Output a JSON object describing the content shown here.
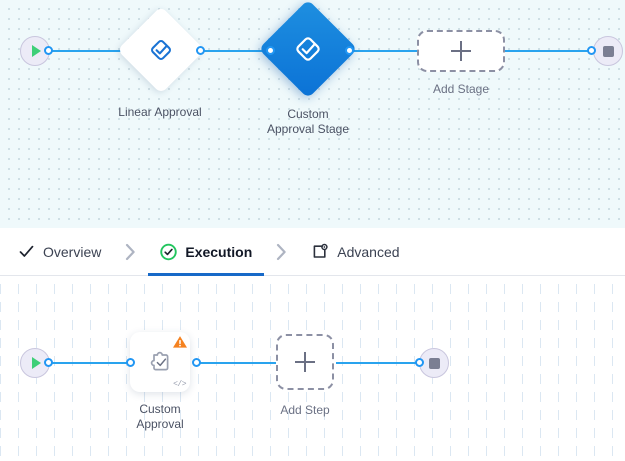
{
  "colors": {
    "edge": "#29a3ee",
    "port_stroke": "#2196f3",
    "selected_stage": "#0d78d8",
    "warning": "#f58220",
    "tab_active_underline": "#1769c8",
    "tab_success": "#22c55e",
    "play_green": "#3ecf78",
    "canvas_top_bg": "#eff9fb",
    "canvas_bottom_bg": "#ffffff"
  },
  "stage_canvas": {
    "name": "stage-flow-canvas",
    "start_node": {
      "icon": "play-icon",
      "label": ""
    },
    "end_node": {
      "icon": "stop-icon",
      "label": ""
    },
    "nodes": [
      {
        "label": "Linear Approval",
        "icon": "diamond-check-icon",
        "state": "default",
        "shape": "diamond"
      },
      {
        "label": "Custom\nApproval Stage",
        "label_line1": "Custom",
        "label_line2": "Approval Stage",
        "icon": "diamond-check-icon",
        "state": "selected",
        "shape": "diamond"
      }
    ],
    "add_node": {
      "label": "Add Stage",
      "icon": "plus-icon"
    }
  },
  "tabs": {
    "items": [
      {
        "label": "Overview",
        "icon": "check-icon",
        "active": false
      },
      {
        "label": "Execution",
        "icon": "check-circle-icon",
        "active": true
      },
      {
        "label": "Advanced",
        "icon": "settings-box-icon",
        "active": false
      }
    ],
    "separator_icon": "chevron-right-icon"
  },
  "step_canvas": {
    "name": "step-flow-canvas",
    "start_node": {
      "icon": "play-icon"
    },
    "end_node": {
      "icon": "stop-icon"
    },
    "nodes": [
      {
        "label_line1": "Custom",
        "label_line2": "Approval",
        "icon": "puzzle-check-icon",
        "badge": "warning-triangle-icon",
        "corner_badge": "code-icon",
        "corner_badge_text": "</>"
      }
    ],
    "add_node": {
      "label": "Add Step",
      "icon": "plus-icon"
    }
  }
}
